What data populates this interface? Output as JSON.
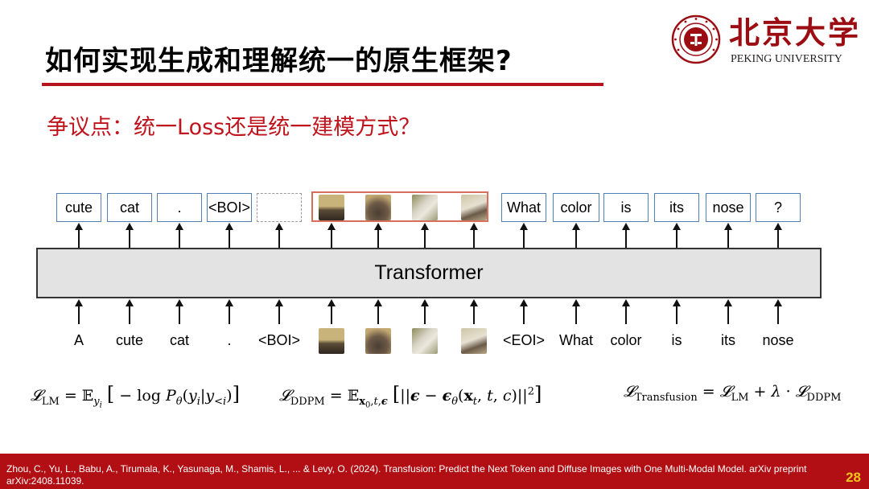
{
  "slide": {
    "title": "如何实现生成和理解统一的原生框架?",
    "subtitle": "争议点：统一Loss还是统一建模方式？"
  },
  "logo": {
    "name_cn": "北京大学",
    "name_en": "PEKING UNIVERSITY",
    "seal_text": "PEKING UNIVERSITY 1898"
  },
  "diagram": {
    "transformer_label": "Transformer",
    "output_tokens": [
      {
        "kind": "text",
        "label": "cute"
      },
      {
        "kind": "text",
        "label": "cat"
      },
      {
        "kind": "text",
        "label": "."
      },
      {
        "kind": "text",
        "label": "<BOI>"
      },
      {
        "kind": "empty",
        "label": ""
      },
      {
        "kind": "image",
        "label": ""
      },
      {
        "kind": "image",
        "label": ""
      },
      {
        "kind": "image",
        "label": ""
      },
      {
        "kind": "image",
        "label": ""
      },
      {
        "kind": "text",
        "label": "What"
      },
      {
        "kind": "text",
        "label": "color"
      },
      {
        "kind": "text",
        "label": "is"
      },
      {
        "kind": "text",
        "label": "its"
      },
      {
        "kind": "text",
        "label": "nose"
      },
      {
        "kind": "text",
        "label": "?"
      }
    ],
    "input_tokens": [
      {
        "kind": "text",
        "label": "A"
      },
      {
        "kind": "text",
        "label": "cute"
      },
      {
        "kind": "text",
        "label": "cat"
      },
      {
        "kind": "text",
        "label": "."
      },
      {
        "kind": "text",
        "label": "<BOI>"
      },
      {
        "kind": "image",
        "label": ""
      },
      {
        "kind": "image",
        "label": ""
      },
      {
        "kind": "image",
        "label": ""
      },
      {
        "kind": "image",
        "label": ""
      },
      {
        "kind": "text",
        "label": "<EOI>"
      },
      {
        "kind": "text",
        "label": "What"
      },
      {
        "kind": "text",
        "label": "color"
      },
      {
        "kind": "text",
        "label": "is"
      },
      {
        "kind": "text",
        "label": "its"
      },
      {
        "kind": "text",
        "label": "nose"
      }
    ]
  },
  "equations": {
    "lm": "𝓛_LM = 𝔼_yᵢ [ − log P_θ(yᵢ | y_<ᵢ) ]",
    "ddpm": "𝓛_DDPM = 𝔼_x₀,t,ϵ [ ||ϵ − ϵ_θ(x_t, t, c)||² ]",
    "transfusion": "𝓛_Transfusion = 𝓛_LM + λ · 𝓛_DDPM"
  },
  "footer": {
    "citation": "Zhou, C., Yu, L., Babu, A., Tirumala, K., Yasunaga, M., Shamis, L., ... & Levy, O. (2024). Transfusion: Predict the Next Token and Diffuse Images with One Multi-Modal Model. arXiv preprint arXiv:2408.11039.",
    "page_number": "28"
  },
  "colors": {
    "accent_red": "#b5141b",
    "footer_red": "#b20f14",
    "token_border_blue": "#4f7fb7",
    "image_group_border": "#d96f5a",
    "page_number_yellow": "#f4c318"
  }
}
